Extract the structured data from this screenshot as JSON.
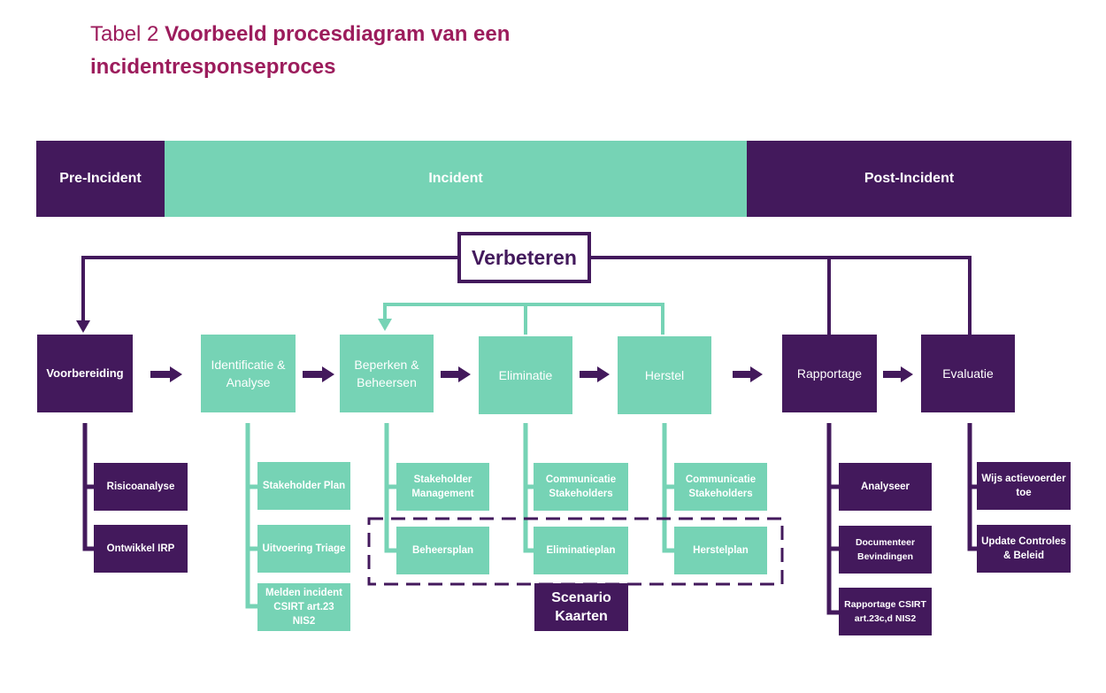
{
  "title": {
    "prefix": "Tabel 2",
    "main": "Voorbeeld procesdiagram van een incidentresponseproces"
  },
  "colors": {
    "purple": "#43195c",
    "green": "#76d3b5",
    "title": "#9c1c5c"
  },
  "phases": {
    "pre": "Pre-Incident",
    "incident": "Incident",
    "post": "Post-Incident"
  },
  "improve": "Verbeteren",
  "steps": {
    "voorbereiding": "Voorbereiding",
    "identificatie": "Identificatie & Analyse",
    "beperken": "Beperken & Beheersen",
    "eliminatie": "Eliminatie",
    "herstel": "Herstel",
    "rapportage": "Rapportage",
    "evaluatie": "Evaluatie"
  },
  "substeps": {
    "risicoanalyse": "Risicoanalyse",
    "ontwikkel_irp": "Ontwikkel IRP",
    "stakeholder_plan": "Stakeholder Plan",
    "uitvoering_triage": "Uitvoering Triage",
    "melden": "Melden incident CSIRT art.23 NIS2",
    "stakeholder_mgmt": "Stakeholder Management",
    "beheersplan": "Beheersplan",
    "comm_stakeholders_1": "Communicatie Stakeholders",
    "eliminatieplan": "Eliminatieplan",
    "comm_stakeholders_2": "Communicatie Stakeholders",
    "herstelplan": "Herstelplan",
    "analyseer": "Analyseer",
    "documenteer": "Documenteer Bevindingen",
    "rapportage_csirt": "Rapportage CSIRT art.23c,d NIS2",
    "wijs": "Wijs actievoerder toe",
    "update": "Update Controles & Beleid"
  },
  "scenario": "Scenario Kaarten"
}
